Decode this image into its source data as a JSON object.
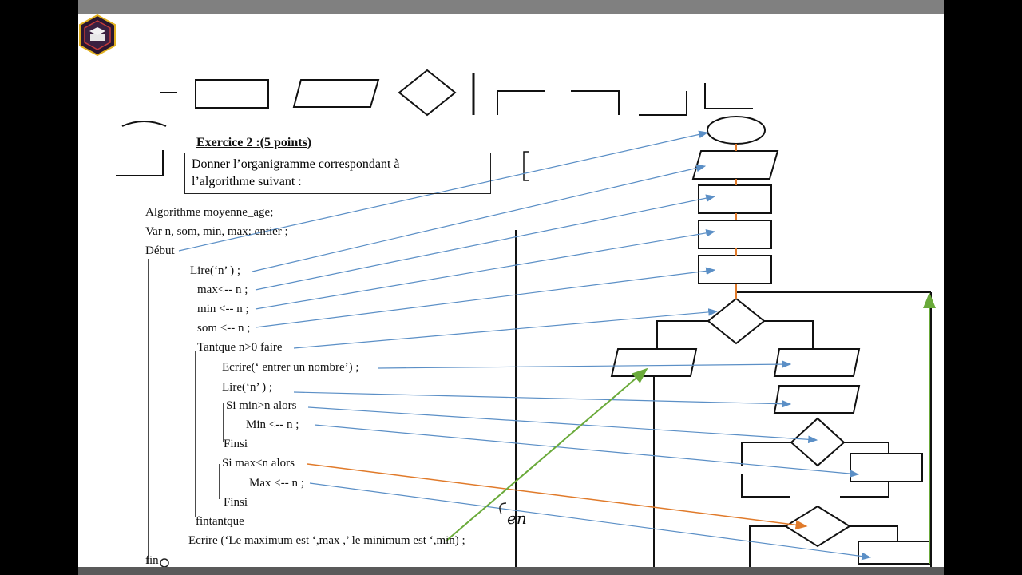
{
  "exercise": {
    "title": "Exercice 2 :(5 points)",
    "instruction_line1": "Donner l’organigramme  correspondant à",
    "instruction_line2": "l’algorithme  suivant :"
  },
  "algorithm": {
    "header": [
      "Algorithme moyenne_age;",
      "Var  n, som, min, max: entier ;",
      "Début"
    ],
    "body": [
      "Lire(‘n’ ) ;",
      "max<-- n ;",
      "min <-- n ;",
      "som <-- n ;",
      "Tantque n>0  faire",
      "Ecrire(‘ entrer  un nombre’) ;",
      "Lire(‘n’ ) ;",
      "Si min>n  alors",
      "Min <-- n ;",
      "Finsi",
      "Si max<n  alors",
      "Max <-- n ;",
      "Finsi",
      "fintantque",
      "Ecrire (‘Le maximum est  ‘,max ,’ le minimum est ‘,min) ;",
      "fin"
    ]
  },
  "handwriting": "en",
  "colors": {
    "arrow_blue": "#5b8fc6",
    "arrow_orange": "#e07a2a",
    "arrow_green": "#6aaa3a",
    "flow_link": "#e07a2a"
  }
}
